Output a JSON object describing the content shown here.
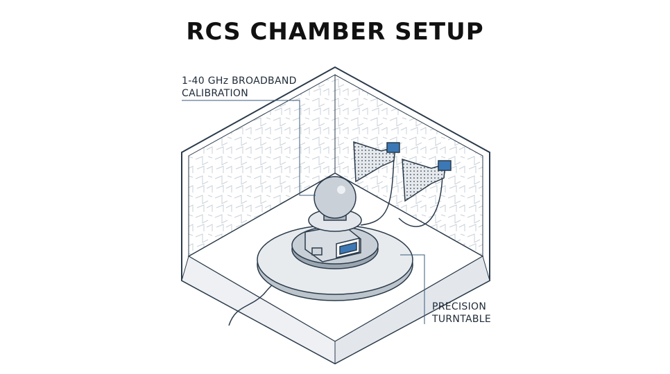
{
  "title": "RCS CHAMBER SETUP",
  "labels": {
    "calibration_line1": "1-40 GHz BROADBAND",
    "calibration_line2": "CALIBRATION",
    "turntable_line1": "PRECISION",
    "turntable_line2": "TURNTABLE"
  },
  "colors": {
    "line": "#2a3a4a",
    "accent": "#3b78b5",
    "absorber": "#c9d0d8",
    "metal": "#d8dde3"
  }
}
